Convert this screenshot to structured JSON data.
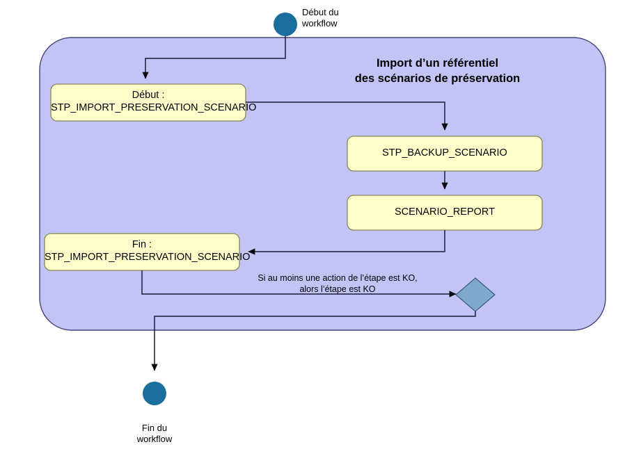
{
  "diagram": {
    "title": "Import d’un référentiel\ndes scénarios de préservation",
    "colors": {
      "container_fill": "#c3c3f5",
      "container_stroke": "#46467a",
      "box_fill": "#ffffcc",
      "box_stroke": "#888855",
      "endpoint_fill": "#1a6e9e",
      "decision_fill": "#7fa9cc",
      "decision_stroke": "#3c5a73",
      "edge_stroke": "#1b1b3a",
      "text": "#000000"
    },
    "start_node": {
      "name": "start-workflow-node",
      "label": "Début du\nworkflow"
    },
    "end_node": {
      "name": "end-workflow-node",
      "label": "Fin du\nworkflow"
    },
    "boxes": [
      {
        "id": "step-begin",
        "label": "Début :\nSTP_IMPORT_PRESERVATION_SCENARIO"
      },
      {
        "id": "stp-backup-scenario",
        "label": "STP_BACKUP_SCENARIO"
      },
      {
        "id": "scenario-report",
        "label": "SCENARIO_REPORT"
      },
      {
        "id": "step-end",
        "label": "Fin :\nSTP_IMPORT_PRESERVATION_SCENARIO"
      }
    ],
    "decision": {
      "id": "ko-decision-node",
      "label": ""
    },
    "edge_labels": [
      {
        "id": "ko-condition-label",
        "label": "Si au moins une action de l’étape est KO,\nalors l’étape est KO"
      }
    ]
  }
}
